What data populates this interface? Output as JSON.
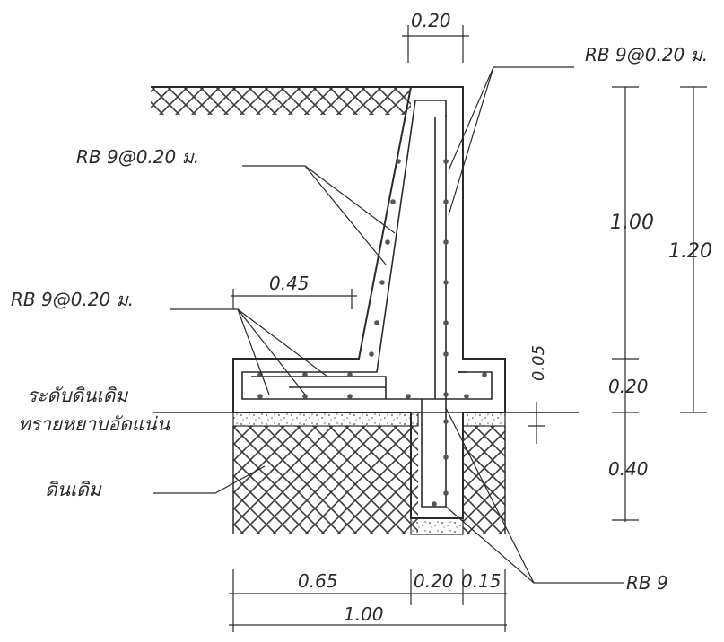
{
  "labels": {
    "rebar_stem": "RB 9@0.20 ม.",
    "rebar_heel": "RB 9@0.20 ม.",
    "rebar_toe": "RB 9@0.20 ม.",
    "rebar_key": "RB 9",
    "original_ground_level": "ระดับดินเดิม",
    "compacted_sand": "ทรายหยาบอัดแน่น",
    "original_soil": "ดินเดิม"
  },
  "dimensions": {
    "stem_top_width": "0.20",
    "heel_top_width": "0.45",
    "stem_height": "1.00",
    "total_height": "1.20",
    "base_thickness": "0.20",
    "sand_thickness": "0.05",
    "key_depth": "0.40",
    "heel_width": "0.65",
    "key_width": "0.20",
    "toe_width": "0.15",
    "total_width": "1.00"
  },
  "colors": {
    "line": "#2a2a2a",
    "hatch": "#3a3a3a",
    "rebar": "#555555"
  }
}
